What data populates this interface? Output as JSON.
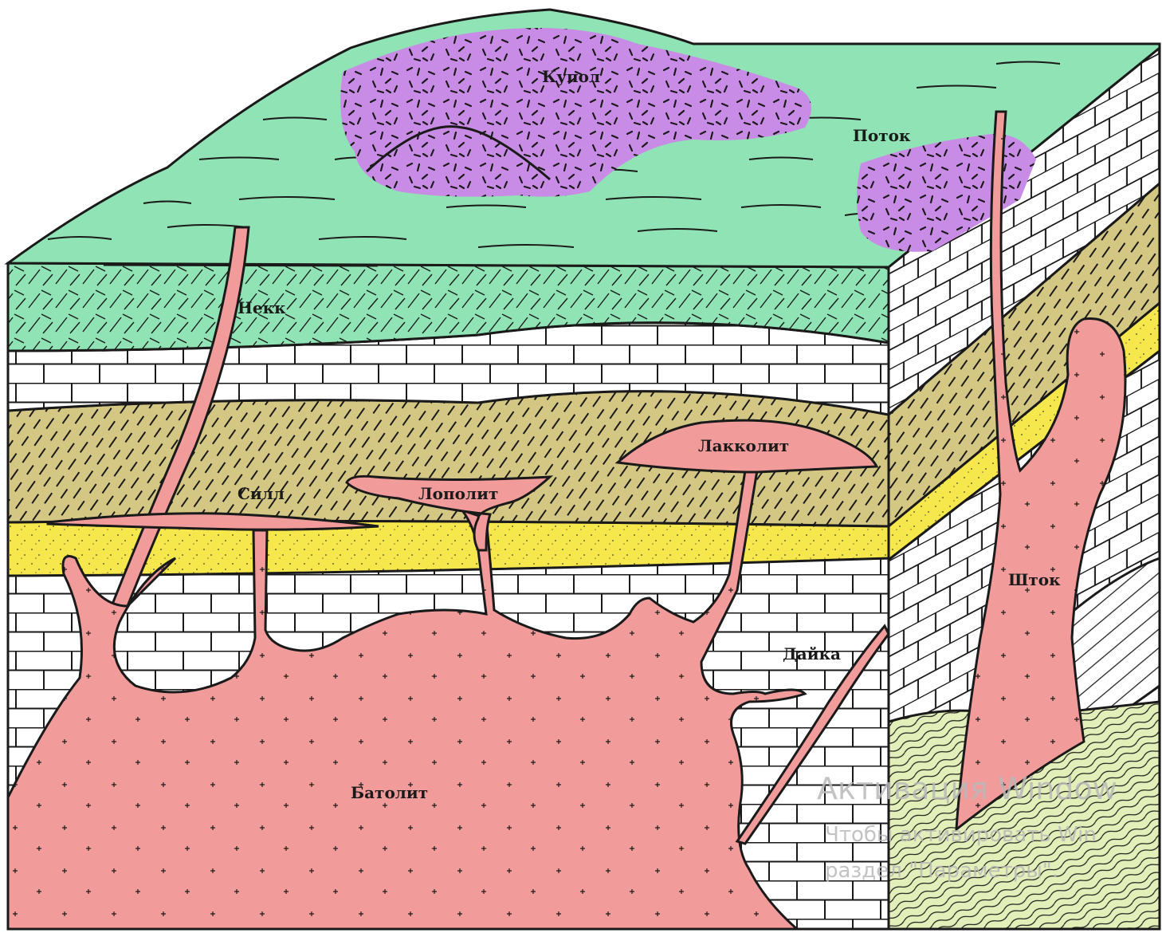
{
  "labels": {
    "dome": "Купол",
    "flow": "Поток",
    "neck": "Некк",
    "sill": "Силл",
    "lopolith": "Лополит",
    "laccolith": "Лакколит",
    "stock": "Шток",
    "dike": "Дайка",
    "batholith": "Батолит"
  },
  "watermark": {
    "line1": "Активация Window",
    "line2": "Чтобы активировать Win",
    "line3": "раздел \"Параметры\"."
  },
  "colors": {
    "surface": "#8fe3b4",
    "volcanic": "#c98ce6",
    "intrusion": "#f29b9b",
    "ochre": "#d4c784",
    "sand": "#f5e74c",
    "limestone": "#ffffff",
    "schist": "#e3efb9",
    "outline": "#1a1a1a"
  }
}
